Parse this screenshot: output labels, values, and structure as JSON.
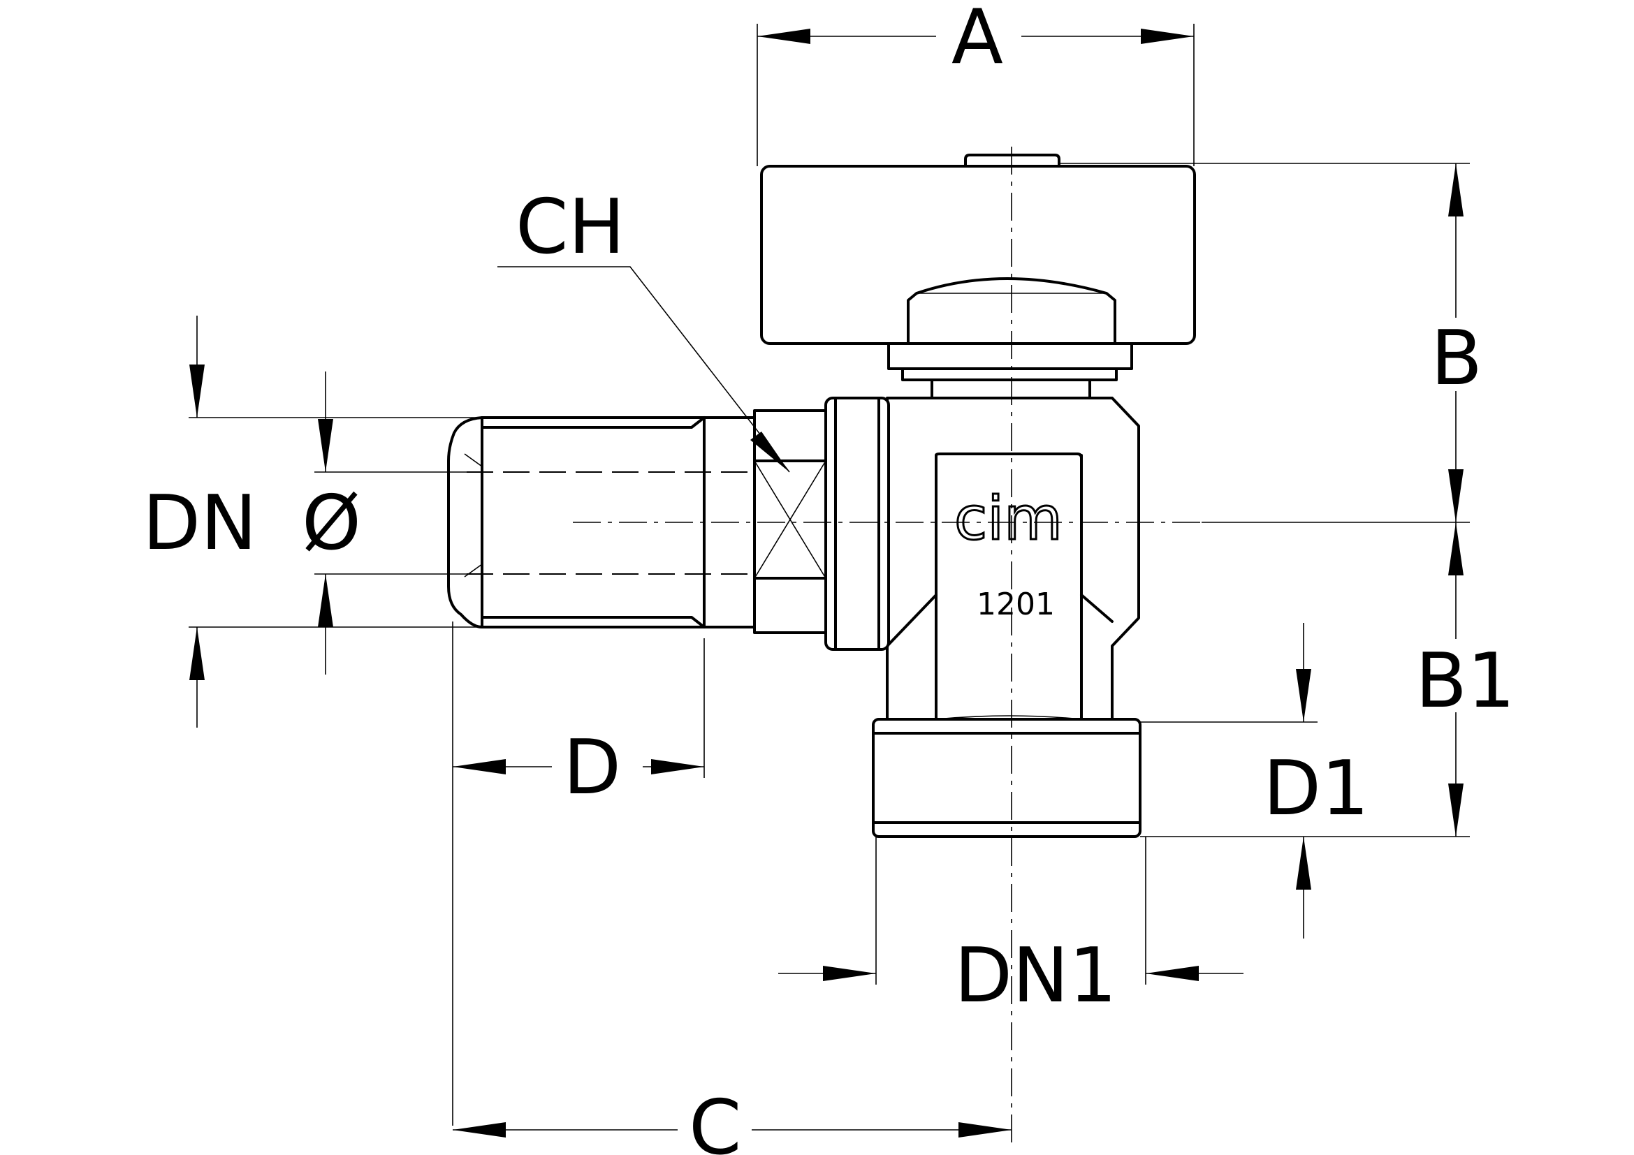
{
  "labels": {
    "A": "A",
    "B": "B",
    "B1": "B1",
    "CH": "CH",
    "DN": "DN",
    "DIA": "Ø",
    "D": "D",
    "D1": "D1",
    "DN1": "DN1",
    "C": "C"
  },
  "body_marking": {
    "logo": "cim",
    "model": "1201"
  }
}
